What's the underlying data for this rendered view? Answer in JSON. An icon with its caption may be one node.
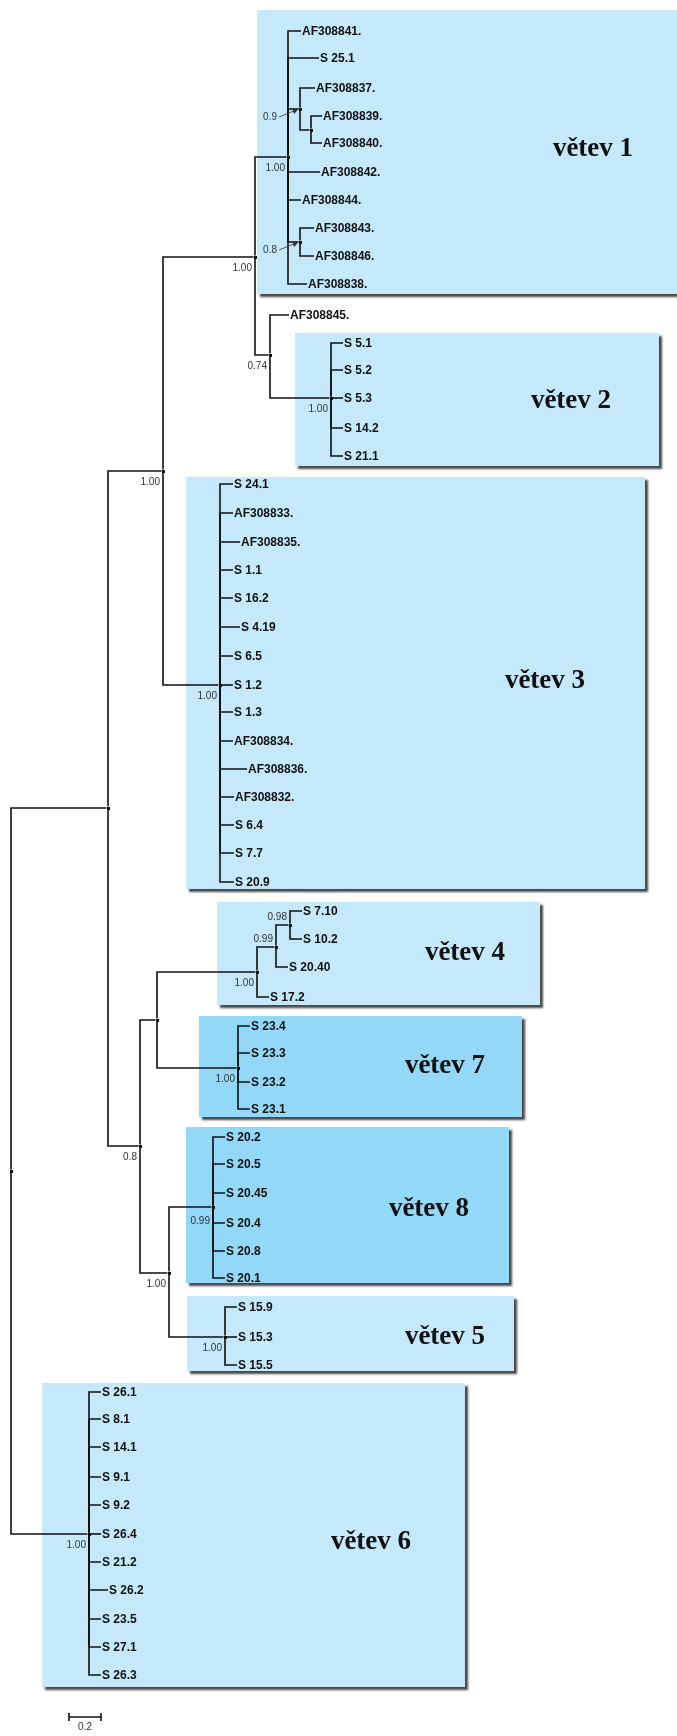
{
  "diagram": {
    "nodes": [
      {
        "text": [
          "větev 1"
        ]
      },
      {
        "text": [],
        "shape": "point",
        "beside": [
          "1.00"
        ],
        "in": 0
      },
      {
        "text": [
          "AF308841."
        ],
        "in": 0
      },
      {
        "text": [
          "S 25.1"
        ],
        "in": 0
      },
      {
        "text": [
          "0.9"
        ],
        "in": 0
      },
      {
        "text": [],
        "shape": "point",
        "in": 0
      },
      {
        "text": [
          "AF308837."
        ],
        "in": 0
      },
      {
        "text": [],
        "shape": "point",
        "in": 0
      },
      {
        "text": [
          "AF308839."
        ],
        "in": 0
      },
      {
        "text": [
          "AF308840."
        ],
        "in": 0
      },
      {
        "text": [
          "AF308842."
        ],
        "in": 0
      },
      {
        "text": [
          "AF308844."
        ],
        "in": 0
      },
      {
        "text": [
          "0.8"
        ],
        "in": 0
      },
      {
        "text": [],
        "shape": "point",
        "in": 0
      },
      {
        "text": [
          "AF308843."
        ],
        "in": 0
      },
      {
        "text": [
          "AF308846."
        ],
        "in": 0
      },
      {
        "text": [
          "AF308838."
        ],
        "in": 0
      },
      {
        "text": [],
        "shape": "point",
        "beside": [
          "1.00"
        ]
      },
      {
        "text": [],
        "shape": "point",
        "beside": [
          "0.74"
        ]
      },
      {
        "text": [
          "AF308845."
        ]
      },
      {
        "text": [
          "větev 2"
        ]
      },
      {
        "text": [],
        "shape": "point",
        "beside": [
          "1.00"
        ],
        "in": 20
      },
      {
        "text": [
          "S 5.1"
        ],
        "in": 20
      },
      {
        "text": [
          "S 5.2"
        ],
        "in": 20
      },
      {
        "text": [
          "S 5.3"
        ],
        "in": 20
      },
      {
        "text": [
          "S 14.2"
        ],
        "in": 20
      },
      {
        "text": [
          "S 21.1"
        ],
        "in": 20
      },
      {
        "text": [],
        "shape": "point",
        "beside": [
          "1.00"
        ]
      },
      {
        "text": [
          "větev 3"
        ]
      },
      {
        "text": [],
        "shape": "point",
        "beside": [
          "1.00"
        ],
        "in": 28
      },
      {
        "text": [
          "S 24.1"
        ],
        "in": 28
      },
      {
        "text": [
          "AF308833."
        ],
        "in": 28
      },
      {
        "text": [
          "AF308835."
        ],
        "in": 28
      },
      {
        "text": [
          "S 1.1"
        ],
        "in": 28
      },
      {
        "text": [
          "S 16.2"
        ],
        "in": 28
      },
      {
        "text": [
          "S 4.19"
        ],
        "in": 28
      },
      {
        "text": [
          "S 6.5"
        ],
        "in": 28
      },
      {
        "text": [
          "S 1.2"
        ],
        "in": 28
      },
      {
        "text": [
          "S 1.3"
        ],
        "in": 28
      },
      {
        "text": [
          "AF308834."
        ],
        "in": 28
      },
      {
        "text": [
          "AF308836."
        ],
        "in": 28
      },
      {
        "text": [
          "AF308832."
        ],
        "in": 28
      },
      {
        "text": [
          "S 6.4"
        ],
        "in": 28
      },
      {
        "text": [
          "S 7.7"
        ],
        "in": 28
      },
      {
        "text": [
          "S 20.9"
        ],
        "in": 28
      },
      {
        "text": [],
        "shape": "point"
      },
      {
        "text": [],
        "shape": "point"
      },
      {
        "text": [
          "větev 4"
        ]
      },
      {
        "text": [],
        "shape": "point",
        "beside": [
          "0.98"
        ],
        "in": 47
      },
      {
        "text": [
          "S 7.10"
        ],
        "in": 47
      },
      {
        "text": [
          "S 10.2"
        ],
        "in": 47
      },
      {
        "text": [],
        "shape": "point",
        "beside": [
          "0.99"
        ],
        "in": 47
      },
      {
        "text": [
          "S 20.40"
        ],
        "in": 47
      },
      {
        "text": [],
        "shape": "point",
        "beside": [
          "1.00"
        ],
        "in": 47
      },
      {
        "text": [
          "S 17.2"
        ],
        "in": 47
      },
      {
        "text": [],
        "shape": "point"
      },
      {
        "text": [
          "větev 7"
        ]
      },
      {
        "text": [],
        "shape": "point",
        "beside": [
          "1.00"
        ],
        "in": 56
      },
      {
        "text": [
          "S 23.4"
        ],
        "in": 56
      },
      {
        "text": [
          "S 23.3"
        ],
        "in": 56
      },
      {
        "text": [
          "S 23.2"
        ],
        "in": 56
      },
      {
        "text": [
          "S 23.1"
        ],
        "in": 56
      },
      {
        "text": [],
        "shape": "point",
        "beside": [
          "0.8"
        ]
      },
      {
        "text": [
          "větev 8"
        ]
      },
      {
        "text": [],
        "shape": "point",
        "beside": [
          "0.99"
        ],
        "in": 63
      },
      {
        "text": [
          "S 20.2"
        ],
        "in": 63
      },
      {
        "text": [
          "S 20.5"
        ],
        "in": 63
      },
      {
        "text": [
          "S 20.45"
        ],
        "in": 63
      },
      {
        "text": [
          "S 20.4"
        ],
        "in": 63
      },
      {
        "text": [
          "S 20.8"
        ],
        "in": 63
      },
      {
        "text": [
          "S 20.1"
        ],
        "in": 63
      },
      {
        "text": [],
        "shape": "point",
        "beside": [
          "1.00"
        ]
      },
      {
        "text": [
          "větev 5"
        ]
      },
      {
        "text": [],
        "shape": "point",
        "beside": [
          "1.00"
        ],
        "in": 72
      },
      {
        "text": [
          "S 15.9"
        ],
        "in": 72
      },
      {
        "text": [
          "S 15.3"
        ],
        "in": 72
      },
      {
        "text": [
          "S 15.5"
        ],
        "in": 72
      },
      {
        "text": [
          "větev 6"
        ]
      },
      {
        "text": [],
        "shape": "point",
        "beside": [
          "1.00"
        ],
        "in": 77
      },
      {
        "text": [
          "S 26.1"
        ],
        "in": 77
      },
      {
        "text": [
          "S 8.1"
        ],
        "in": 77
      },
      {
        "text": [
          "S 14.1"
        ],
        "in": 77
      },
      {
        "text": [
          "S 9.1"
        ],
        "in": 77
      },
      {
        "text": [
          "S 9.2"
        ],
        "in": 77
      },
      {
        "text": [
          "S 26.4"
        ],
        "in": 77
      },
      {
        "text": [
          "S 21.2"
        ],
        "in": 77
      },
      {
        "text": [
          "S 26.2"
        ],
        "in": 77
      },
      {
        "text": [
          "S 23.5"
        ],
        "in": 77
      },
      {
        "text": [
          "S 27.1"
        ],
        "in": 77
      },
      {
        "text": [
          "S 26.3"
        ],
        "in": 77
      }
    ],
    "edges": [
      {
        "from": 46,
        "to": 45,
        "arrow": "none"
      },
      {
        "from": 46,
        "to": 78,
        "arrow": "none"
      },
      {
        "from": 45,
        "to": 27,
        "arrow": "none"
      },
      {
        "from": 45,
        "to": 62,
        "arrow": "none"
      },
      {
        "from": 27,
        "to": 17,
        "arrow": "none"
      },
      {
        "from": 27,
        "to": 29,
        "arrow": "none"
      },
      {
        "from": 17,
        "to": 1,
        "arrow": "none"
      },
      {
        "from": 17,
        "to": 18,
        "arrow": "none"
      },
      {
        "from": 1,
        "to": 2,
        "arrow": "none"
      },
      {
        "from": 1,
        "to": 3,
        "arrow": "none"
      },
      {
        "from": 1,
        "to": 5,
        "arrow": "none"
      },
      {
        "from": 1,
        "to": 10,
        "arrow": "none"
      },
      {
        "from": 1,
        "to": 11,
        "arrow": "none"
      },
      {
        "from": 1,
        "to": 13,
        "arrow": "none"
      },
      {
        "from": 1,
        "to": 16,
        "arrow": "none"
      },
      {
        "from": 5,
        "to": 6,
        "arrow": "none"
      },
      {
        "from": 5,
        "to": 7,
        "arrow": "none"
      },
      {
        "from": 7,
        "to": 8,
        "arrow": "none"
      },
      {
        "from": 7,
        "to": 9,
        "arrow": "none"
      },
      {
        "from": 13,
        "to": 14,
        "arrow": "none"
      },
      {
        "from": 13,
        "to": 15,
        "arrow": "none"
      },
      {
        "from": 4,
        "to": 5,
        "arrow": "to"
      },
      {
        "from": 12,
        "to": 13,
        "arrow": "to"
      },
      {
        "from": 18,
        "to": 19,
        "arrow": "none"
      },
      {
        "from": 18,
        "to": 21,
        "arrow": "none"
      },
      {
        "from": 21,
        "to": 22,
        "arrow": "none"
      },
      {
        "from": 21,
        "to": 23,
        "arrow": "none"
      },
      {
        "from": 21,
        "to": 24,
        "arrow": "none"
      },
      {
        "from": 21,
        "to": 25,
        "arrow": "none"
      },
      {
        "from": 21,
        "to": 26,
        "arrow": "none"
      },
      {
        "from": 29,
        "to": 30,
        "arrow": "none"
      },
      {
        "from": 29,
        "to": 31,
        "arrow": "none"
      },
      {
        "from": 29,
        "to": 32,
        "arrow": "none"
      },
      {
        "from": 29,
        "to": 33,
        "arrow": "none"
      },
      {
        "from": 29,
        "to": 34,
        "arrow": "none"
      },
      {
        "from": 29,
        "to": 35,
        "arrow": "none"
      },
      {
        "from": 29,
        "to": 36,
        "arrow": "none"
      },
      {
        "from": 29,
        "to": 37,
        "arrow": "none"
      },
      {
        "from": 29,
        "to": 38,
        "arrow": "none"
      },
      {
        "from": 29,
        "to": 39,
        "arrow": "none"
      },
      {
        "from": 29,
        "to": 40,
        "arrow": "none"
      },
      {
        "from": 29,
        "to": 41,
        "arrow": "none"
      },
      {
        "from": 29,
        "to": 42,
        "arrow": "none"
      },
      {
        "from": 29,
        "to": 43,
        "arrow": "none"
      },
      {
        "from": 29,
        "to": 44,
        "arrow": "none"
      },
      {
        "from": 62,
        "to": 55,
        "arrow": "none"
      },
      {
        "from": 62,
        "to": 71,
        "arrow": "none"
      },
      {
        "from": 55,
        "to": 53,
        "arrow": "none"
      },
      {
        "from": 55,
        "to": 57,
        "arrow": "none"
      },
      {
        "from": 53,
        "to": 51,
        "arrow": "none"
      },
      {
        "from": 53,
        "to": 54,
        "arrow": "none"
      },
      {
        "from": 51,
        "to": 48,
        "arrow": "none"
      },
      {
        "from": 51,
        "to": 52,
        "arrow": "none"
      },
      {
        "from": 48,
        "to": 49,
        "arrow": "none"
      },
      {
        "from": 48,
        "to": 50,
        "arrow": "none"
      },
      {
        "from": 57,
        "to": 58,
        "arrow": "none"
      },
      {
        "from": 57,
        "to": 59,
        "arrow": "none"
      },
      {
        "from": 57,
        "to": 60,
        "arrow": "none"
      },
      {
        "from": 57,
        "to": 61,
        "arrow": "none"
      },
      {
        "from": 71,
        "to": 64,
        "arrow": "none"
      },
      {
        "from": 71,
        "to": 73,
        "arrow": "none"
      },
      {
        "from": 64,
        "to": 65,
        "arrow": "none"
      },
      {
        "from": 64,
        "to": 66,
        "arrow": "none"
      },
      {
        "from": 64,
        "to": 67,
        "arrow": "none"
      },
      {
        "from": 64,
        "to": 68,
        "arrow": "none"
      },
      {
        "from": 64,
        "to": 69,
        "arrow": "none"
      },
      {
        "from": 64,
        "to": 70,
        "arrow": "none"
      },
      {
        "from": 73,
        "to": 74,
        "arrow": "none"
      },
      {
        "from": 73,
        "to": 75,
        "arrow": "none"
      },
      {
        "from": 73,
        "to": 76,
        "arrow": "none"
      },
      {
        "from": 78,
        "to": 79,
        "arrow": "none"
      },
      {
        "from": 78,
        "to": 80,
        "arrow": "none"
      },
      {
        "from": 78,
        "to": 81,
        "arrow": "none"
      },
      {
        "from": 78,
        "to": 82,
        "arrow": "none"
      },
      {
        "from": 78,
        "to": 83,
        "arrow": "none"
      },
      {
        "from": 78,
        "to": 84,
        "arrow": "none"
      },
      {
        "from": 78,
        "to": 85,
        "arrow": "none"
      },
      {
        "from": 78,
        "to": 86,
        "arrow": "none"
      },
      {
        "from": 78,
        "to": 87,
        "arrow": "none"
      },
      {
        "from": 78,
        "to": 88,
        "arrow": "none"
      },
      {
        "from": 78,
        "to": 89,
        "arrow": "none"
      }
    ],
    "labels": [
      "0.2"
    ]
  }
}
